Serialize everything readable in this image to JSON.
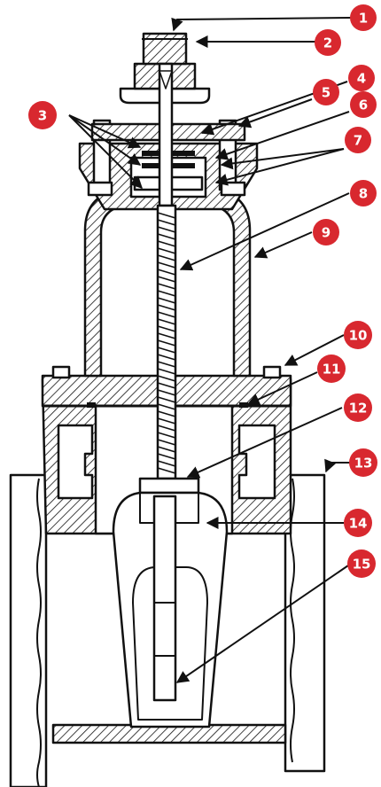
{
  "colors": {
    "badge": "#d8282f",
    "ink": "#111111",
    "paper": "#ffffff"
  },
  "callouts": [
    {
      "id": "1",
      "label": "1"
    },
    {
      "id": "2",
      "label": "2"
    },
    {
      "id": "3",
      "label": "3"
    },
    {
      "id": "4",
      "label": "4"
    },
    {
      "id": "5",
      "label": "5"
    },
    {
      "id": "6",
      "label": "6"
    },
    {
      "id": "7",
      "label": "7"
    },
    {
      "id": "8",
      "label": "8"
    },
    {
      "id": "9",
      "label": "9"
    },
    {
      "id": "10",
      "label": "10"
    },
    {
      "id": "11",
      "label": "11"
    },
    {
      "id": "12",
      "label": "12"
    },
    {
      "id": "13",
      "label": "13"
    },
    {
      "id": "14",
      "label": "14"
    },
    {
      "id": "15",
      "label": "15"
    }
  ]
}
